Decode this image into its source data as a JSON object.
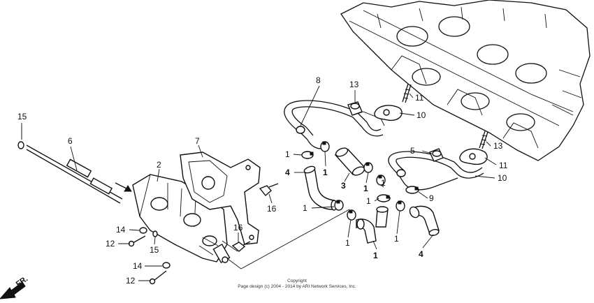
{
  "callouts": [
    {
      "id": "15a",
      "text": "15"
    },
    {
      "id": "6",
      "text": "6"
    },
    {
      "id": "2",
      "text": "2"
    },
    {
      "id": "7",
      "text": "7"
    },
    {
      "id": "14a",
      "text": "14"
    },
    {
      "id": "12a",
      "text": "12"
    },
    {
      "id": "15b",
      "text": "15"
    },
    {
      "id": "14b",
      "text": "14"
    },
    {
      "id": "12b",
      "text": "12"
    },
    {
      "id": "16a",
      "text": "16"
    },
    {
      "id": "16b",
      "text": "16"
    },
    {
      "id": "8",
      "text": "8"
    },
    {
      "id": "13a",
      "text": "13"
    },
    {
      "id": "11a",
      "text": "11"
    },
    {
      "id": "10a",
      "text": "10"
    },
    {
      "id": "1a",
      "text": "1"
    },
    {
      "id": "1b",
      "text": "1"
    },
    {
      "id": "4a",
      "text": "4"
    },
    {
      "id": "3",
      "text": "3"
    },
    {
      "id": "1c",
      "text": "1"
    },
    {
      "id": "1d",
      "text": "1"
    },
    {
      "id": "1e",
      "text": "1"
    },
    {
      "id": "1f",
      "text": "1"
    },
    {
      "id": "1g",
      "text": "1"
    },
    {
      "id": "1h",
      "text": "1"
    },
    {
      "id": "4b",
      "text": "4"
    },
    {
      "id": "5",
      "text": "5"
    },
    {
      "id": "13b",
      "text": "13"
    },
    {
      "id": "11b",
      "text": "11"
    },
    {
      "id": "10b",
      "text": "10"
    },
    {
      "id": "9",
      "text": "9"
    },
    {
      "id": "1i",
      "text": "1"
    }
  ],
  "direction_label": "FR.",
  "copyright": {
    "line1": "Copyright",
    "line2": "Page design (c) 2004 - 2014 by ARI Network Services, Inc."
  }
}
